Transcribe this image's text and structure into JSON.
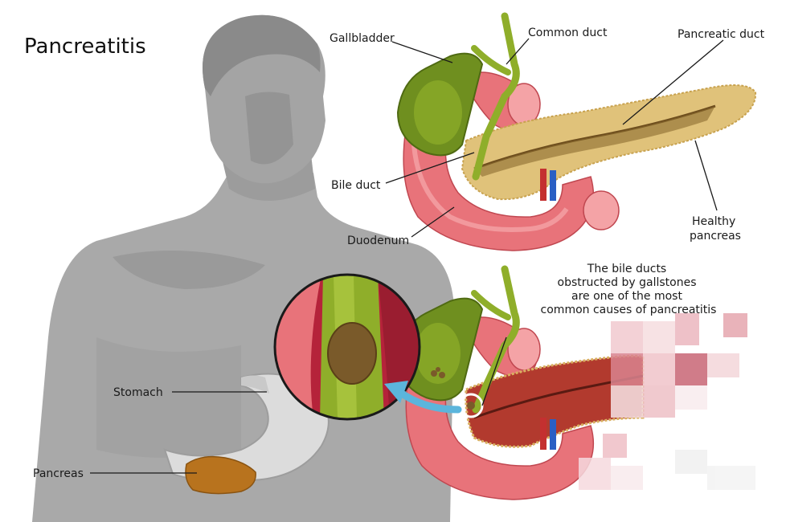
{
  "title": "Pancreatitis",
  "labels": {
    "gallbladder": "Gallbladder",
    "common_duct": "Common duct",
    "pancreatic_duct": "Pancreatic duct",
    "bile_duct": "Bile duct",
    "duodenum": "Duodenum",
    "healthy_pancreas_line1": "Healthy",
    "healthy_pancreas_line2": "pancreas",
    "stomach": "Stomach",
    "pancreas": "Pancreas"
  },
  "caption": {
    "line1": "The bile ducts",
    "line2": "obstructed by gallstones",
    "line3": "are one of the most",
    "line4": "common causes of pancreatitis"
  },
  "colors": {
    "silhouette": "#a9a9a9",
    "silhouette_dark": "#8f8f8f",
    "duodenum": "#e8737a",
    "duodenum_light": "#f4a3a6",
    "pancreas_healthy": "#e0c27a",
    "pancreas_inflamed": "#b23a2e",
    "gallbladder": "#6f8f1f",
    "duct": "#8fae2a",
    "gallstone": "#7a5a2a",
    "arrow": "#5bb5dc",
    "magnifier_bg": "#b5233a"
  }
}
